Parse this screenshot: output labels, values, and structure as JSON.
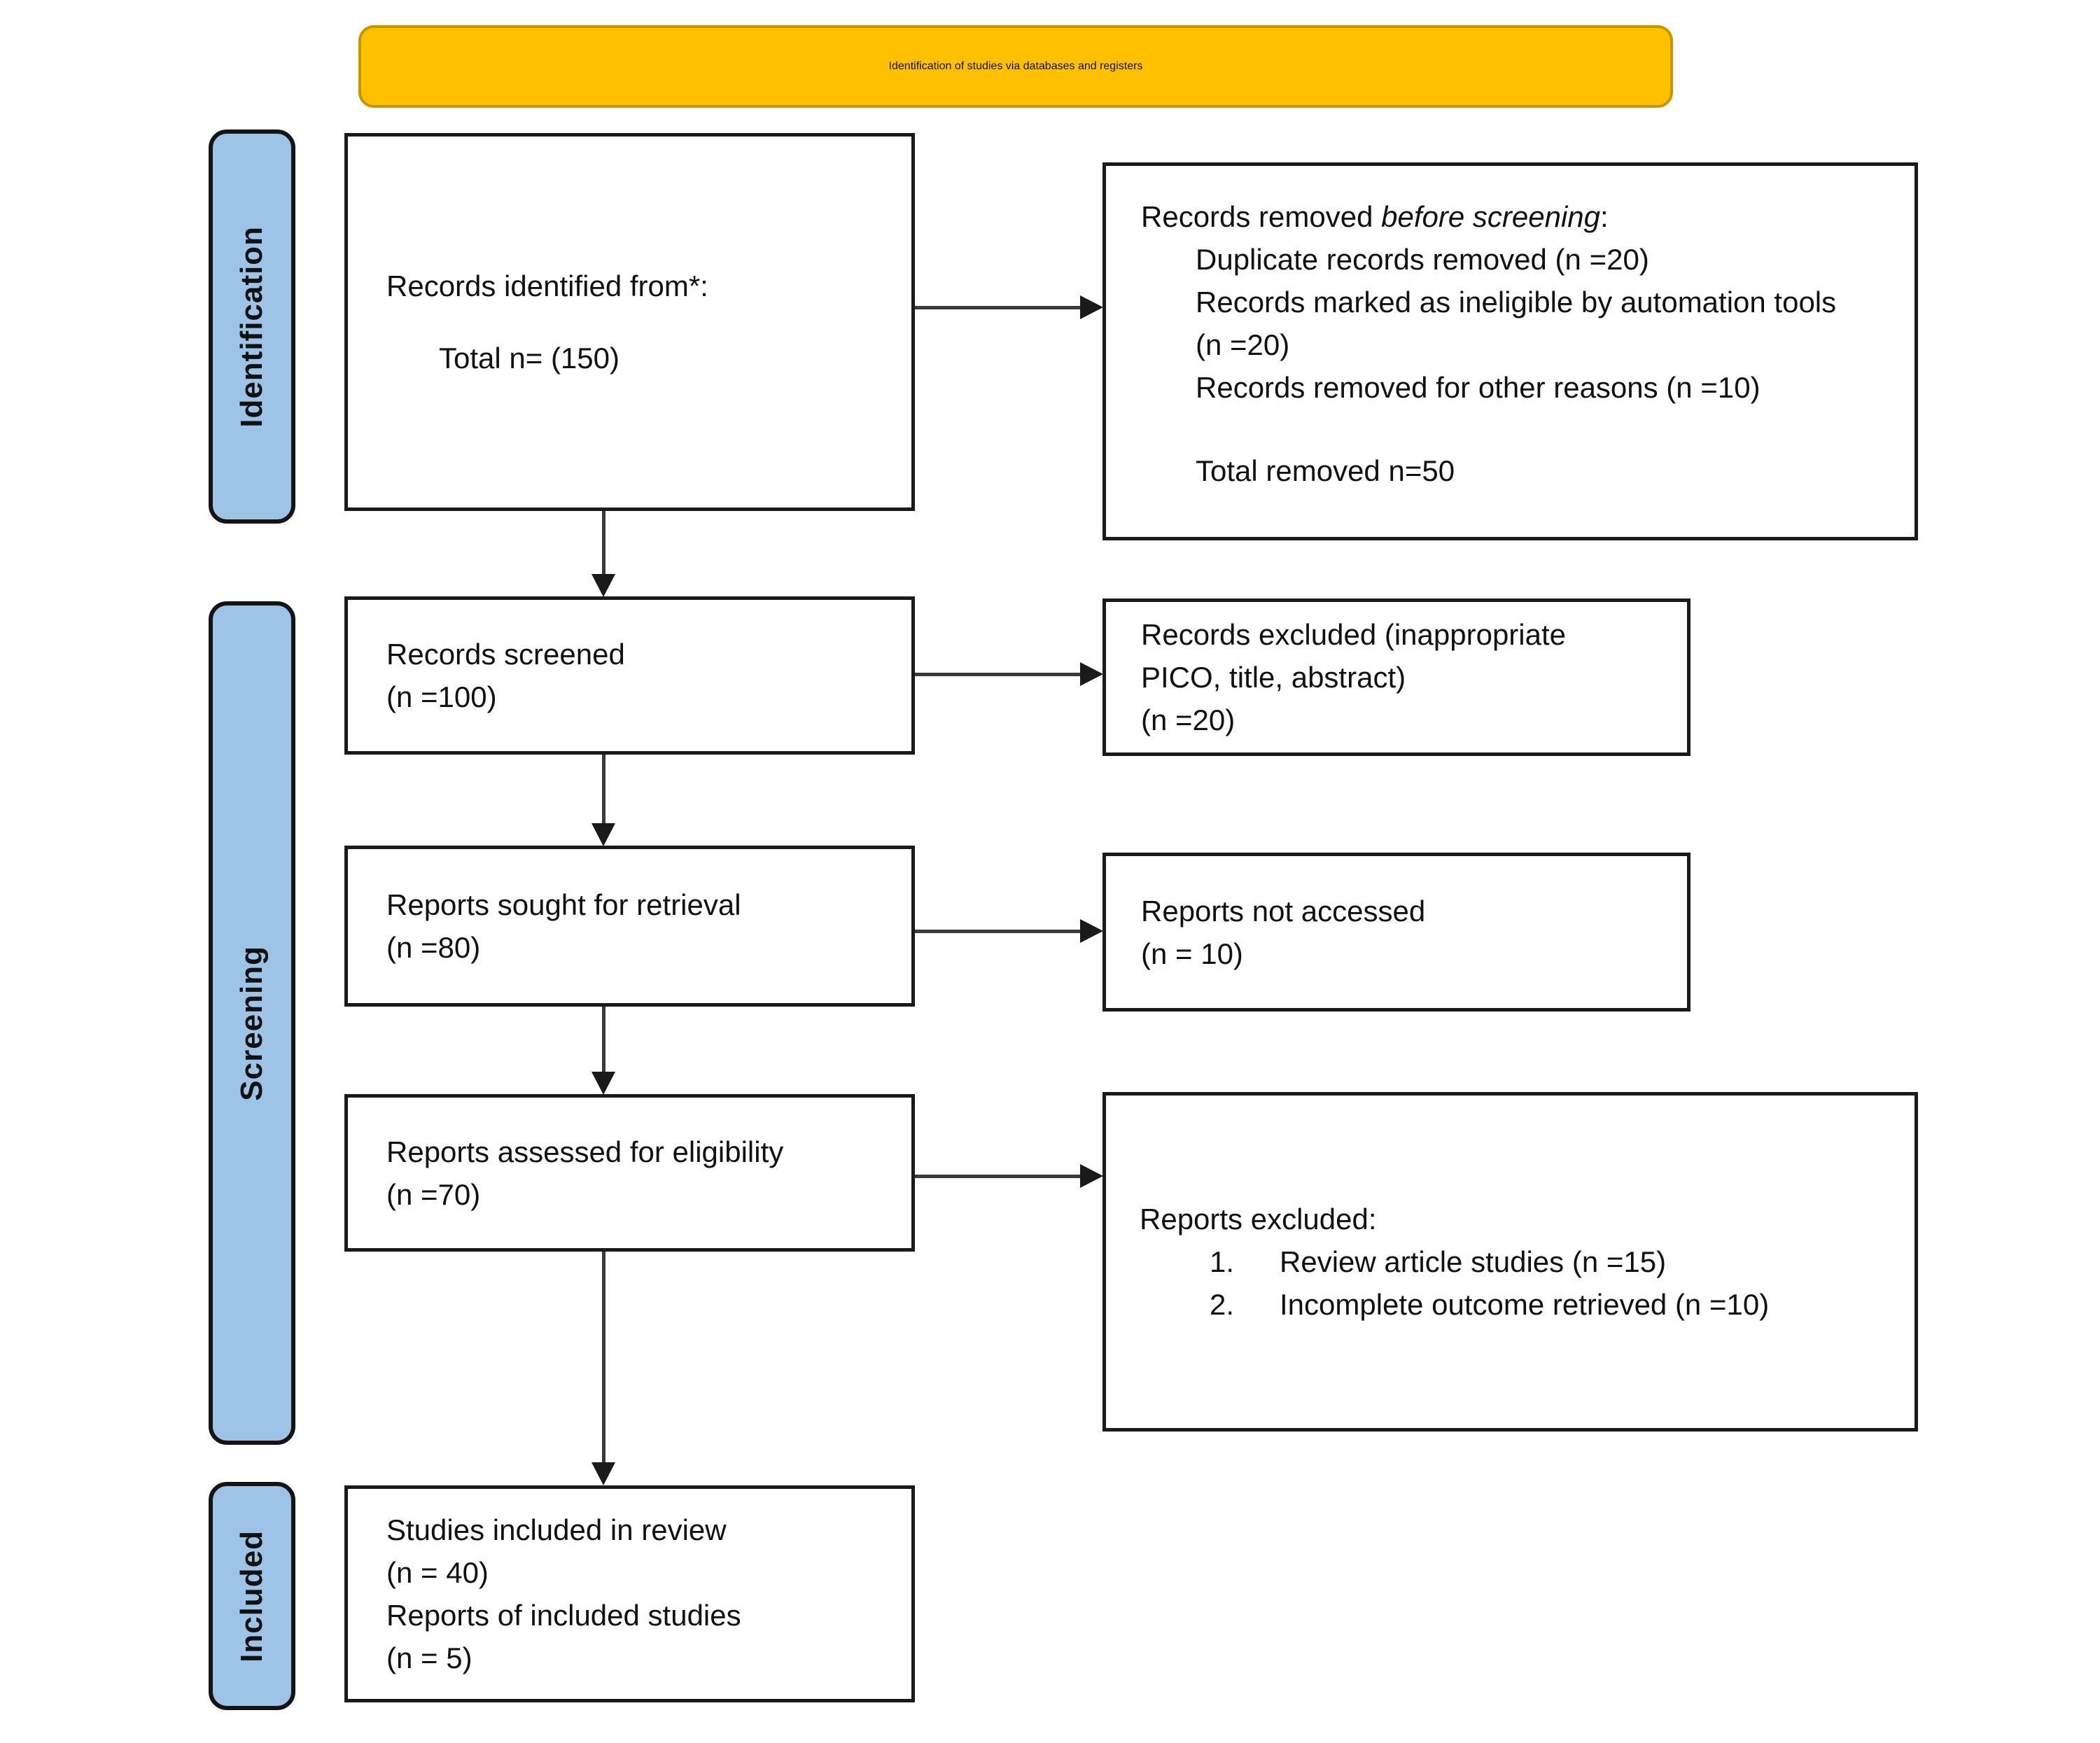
{
  "banner": {
    "title": "Identification of studies via databases and registers"
  },
  "stages": [
    {
      "label": "Identification"
    },
    {
      "label": "Screening"
    },
    {
      "label": "Included"
    }
  ],
  "boxes": {
    "records_identified": {
      "line1": "Records identified from*:",
      "line2": "Total n= (150)"
    },
    "records_removed": {
      "heading_prefix": "Records removed ",
      "heading_italic": "before screening",
      "heading_suffix": ":",
      "items": [
        "Duplicate records removed (n =20)",
        "Records marked as ineligible by automation tools (n =20)",
        "Records removed for other reasons (n =10)"
      ],
      "total": "Total removed n=50"
    },
    "records_screened": {
      "line1": "Records screened",
      "line2": "(n =100)"
    },
    "records_excluded": {
      "line1": "Records excluded (inappropriate",
      "line2": "PICO, title, abstract)",
      "line3": "(n =20)"
    },
    "reports_sought": {
      "line1": "Reports sought for retrieval",
      "line2": "(n =80)"
    },
    "reports_not_accessed": {
      "line1": "Reports not accessed",
      "line2": "(n = 10)"
    },
    "reports_assessed": {
      "line1": "Reports assessed for eligibility",
      "line2": "(n =70)"
    },
    "reports_excluded": {
      "heading": "Reports excluded:",
      "items": [
        {
          "num": "1.",
          "text": "Review article studies (n =15)"
        },
        {
          "num": "2.",
          "text": "Incomplete outcome retrieved (n =10)"
        }
      ]
    },
    "studies_included": {
      "line1": "Studies included in review",
      "line2": "(n = 40)",
      "line3": "Reports of included studies",
      "line4": "(n = 5)"
    }
  },
  "colors": {
    "banner_fill": "#FFC000",
    "banner_border": "#C99400",
    "stage_fill": "#9DC3E6",
    "box_border": "#1A1A1A",
    "text": "#111111"
  }
}
